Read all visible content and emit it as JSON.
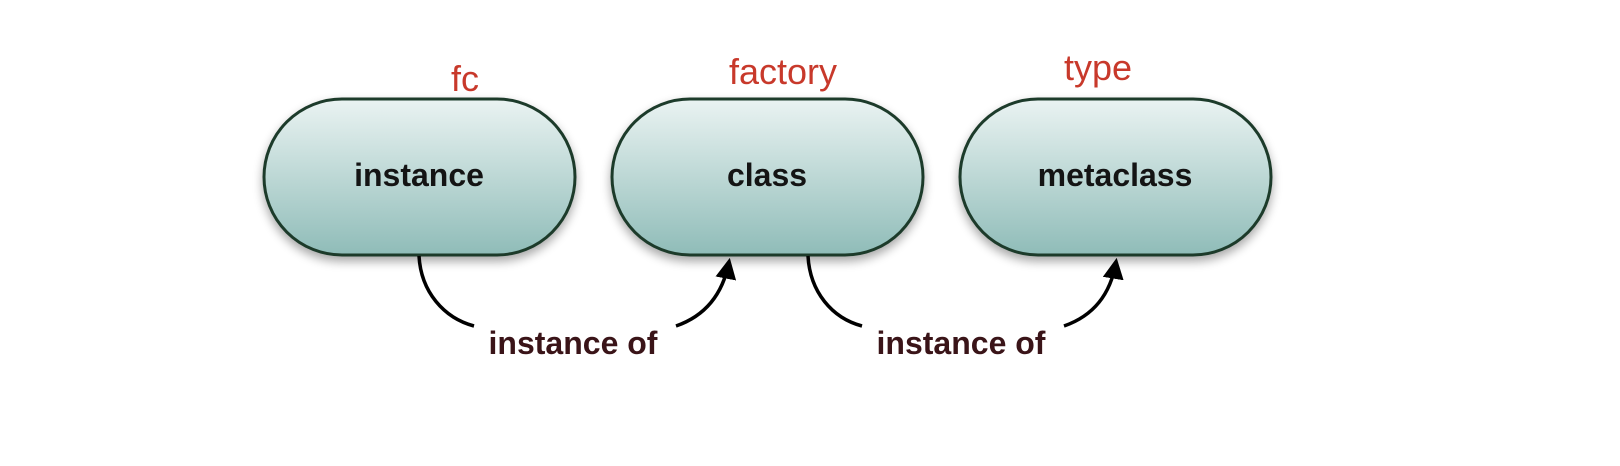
{
  "nodes": [
    {
      "label": "instance",
      "variable": "fc"
    },
    {
      "label": "class",
      "variable": "factory"
    },
    {
      "label": "metaclass",
      "variable": "type"
    }
  ],
  "edges": [
    {
      "from": "instance",
      "to": "class",
      "label": "instance of"
    },
    {
      "from": "class",
      "to": "metaclass",
      "label": "instance of"
    }
  ],
  "colors": {
    "node_fill_top": "#eaf3f2",
    "node_fill_bottom": "#8fbcb8",
    "node_stroke": "#1f3a2c",
    "variable_text": "#c8392b",
    "edge_label_text": "#3a1418"
  }
}
